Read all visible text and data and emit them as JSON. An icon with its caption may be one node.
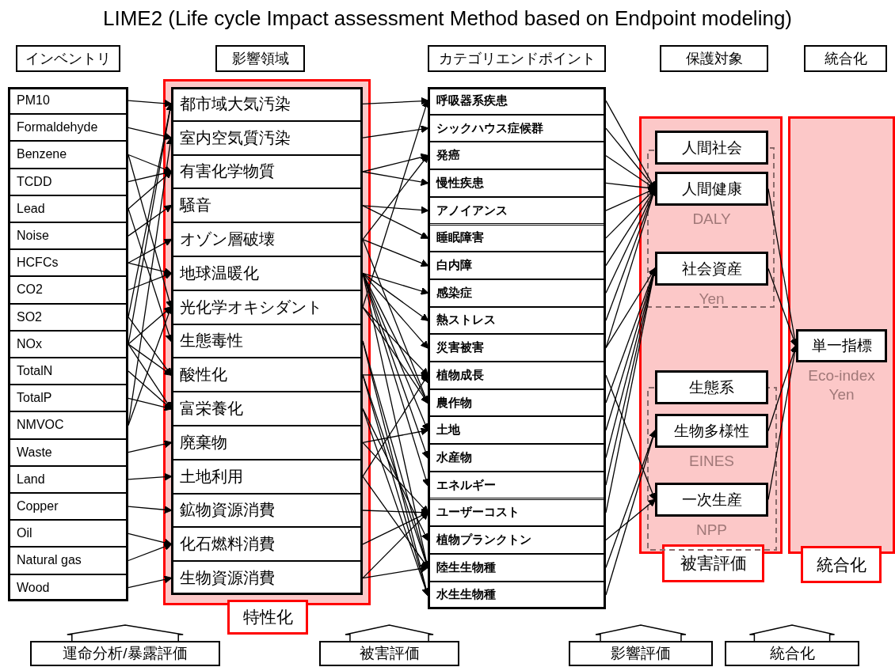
{
  "diagram": {
    "title": "LIME2 (Life cycle Impact assessment Method based on Endpoint modeling)",
    "nodes": [
      {
        "text": [
          "インベントリ"
        ]
      },
      {
        "text": [
          "影響領域"
        ]
      },
      {
        "text": [
          "カテゴリエンドポイント"
        ]
      },
      {
        "text": [
          "保護対象"
        ]
      },
      {
        "text": [
          "統合化"
        ]
      },
      {
        "text": [
          "PM10"
        ]
      },
      {
        "text": [
          "Formaldehyde"
        ]
      },
      {
        "text": [
          "Benzene"
        ]
      },
      {
        "text": [
          "TCDD"
        ]
      },
      {
        "text": [
          "Lead"
        ]
      },
      {
        "text": [
          "Noise"
        ]
      },
      {
        "text": [
          "HCFCs"
        ]
      },
      {
        "text": [
          "CO2"
        ]
      },
      {
        "text": [
          "SO2"
        ]
      },
      {
        "text": [
          "NOx"
        ]
      },
      {
        "text": [
          "TotalN"
        ]
      },
      {
        "text": [
          "TotalP"
        ]
      },
      {
        "text": [
          "NMVOC"
        ]
      },
      {
        "text": [
          "Waste"
        ]
      },
      {
        "text": [
          "Land"
        ]
      },
      {
        "text": [
          "Copper"
        ]
      },
      {
        "text": [
          "Oil"
        ]
      },
      {
        "text": [
          "Natural gas"
        ]
      },
      {
        "text": [
          "Wood"
        ]
      },
      {
        "text": [
          "特性化"
        ]
      },
      {
        "text": [
          "都市域大気汚染"
        ],
        "in": 24
      },
      {
        "text": [
          "室内空気質汚染"
        ],
        "in": 24
      },
      {
        "text": [
          "有害化学物質"
        ],
        "in": 24
      },
      {
        "text": [
          "騒音"
        ],
        "in": 24
      },
      {
        "text": [
          "オゾン層破壊"
        ],
        "in": 24
      },
      {
        "text": [
          "地球温暖化"
        ],
        "in": 24
      },
      {
        "text": [
          "光化学オキシダント"
        ],
        "in": 24
      },
      {
        "text": [
          "生態毒性"
        ],
        "in": 24
      },
      {
        "text": [
          "酸性化"
        ],
        "in": 24
      },
      {
        "text": [
          "富栄養化"
        ],
        "in": 24
      },
      {
        "text": [
          "廃棄物"
        ],
        "in": 24
      },
      {
        "text": [
          "土地利用"
        ],
        "in": 24
      },
      {
        "text": [
          "鉱物資源消費"
        ],
        "in": 24
      },
      {
        "text": [
          "化石燃料消費"
        ],
        "in": 24
      },
      {
        "text": [
          "生物資源消費"
        ],
        "in": 24
      },
      {
        "text": [
          "呼吸器系疾患"
        ]
      },
      {
        "text": [
          "シックハウス症候群"
        ]
      },
      {
        "text": [
          "発癌"
        ]
      },
      {
        "text": [
          "慢性疾患"
        ]
      },
      {
        "text": [
          "アノイアンス"
        ]
      },
      {
        "text": [
          "睡眠障害"
        ]
      },
      {
        "text": [
          "白内障"
        ]
      },
      {
        "text": [
          "感染症"
        ]
      },
      {
        "text": [
          "熱ストレス"
        ]
      },
      {
        "text": [
          "災害被害"
        ]
      },
      {
        "text": [
          "植物成長"
        ]
      },
      {
        "text": [
          "農作物"
        ]
      },
      {
        "text": [
          "土地"
        ]
      },
      {
        "text": [
          "水産物"
        ]
      },
      {
        "text": [
          "エネルギー"
        ]
      },
      {
        "text": [
          "ユーザーコスト"
        ]
      },
      {
        "text": [
          "植物プランクトン"
        ]
      },
      {
        "text": [
          "陸生生物種"
        ]
      },
      {
        "text": [
          "水生生物種"
        ]
      },
      {
        "text": [
          "被害評価"
        ]
      },
      {
        "text": [
          "人間社会"
        ],
        "in": 59
      },
      {
        "text": [
          "人間健康"
        ],
        "in": 59,
        "beside": [
          "DALY"
        ]
      },
      {
        "text": [
          "社会資産"
        ],
        "in": 59,
        "beside": [
          "Yen"
        ]
      },
      {
        "text": [
          "生態系"
        ],
        "in": 59
      },
      {
        "text": [
          "生物多様性"
        ],
        "in": 59,
        "beside": [
          "EINES"
        ]
      },
      {
        "text": [
          "一次生産"
        ],
        "in": 59,
        "beside": [
          "NPP"
        ]
      },
      {
        "text": [
          "統合化"
        ]
      },
      {
        "text": [
          "単一指標"
        ],
        "in": 66,
        "beside": [
          "Eco-index Yen"
        ]
      },
      {
        "text": [
          "運命分析/暴露評価"
        ]
      },
      {
        "text": [
          "被害評価"
        ]
      },
      {
        "text": [
          "影響評価"
        ]
      },
      {
        "text": [
          "統合化"
        ]
      }
    ],
    "edges": [
      {
        "from": 5,
        "to": 25,
        "arrow": "to"
      },
      {
        "from": 6,
        "to": 26,
        "arrow": "to"
      },
      {
        "from": 7,
        "to": 27,
        "arrow": "to"
      },
      {
        "from": 7,
        "to": 31,
        "arrow": "to"
      },
      {
        "from": 8,
        "to": 27,
        "arrow": "to"
      },
      {
        "from": 9,
        "to": 27,
        "arrow": "to"
      },
      {
        "from": 9,
        "to": 32,
        "arrow": "to"
      },
      {
        "from": 10,
        "to": 28,
        "arrow": "to"
      },
      {
        "from": 11,
        "to": 29,
        "arrow": "to"
      },
      {
        "from": 11,
        "to": 30,
        "arrow": "to"
      },
      {
        "from": 12,
        "to": 30,
        "arrow": "to"
      },
      {
        "from": 13,
        "to": 25,
        "arrow": "to"
      },
      {
        "from": 13,
        "to": 33,
        "arrow": "to"
      },
      {
        "from": 14,
        "to": 25,
        "arrow": "to"
      },
      {
        "from": 14,
        "to": 31,
        "arrow": "to"
      },
      {
        "from": 14,
        "to": 33,
        "arrow": "to"
      },
      {
        "from": 14,
        "to": 34,
        "arrow": "to"
      },
      {
        "from": 15,
        "to": 34,
        "arrow": "to"
      },
      {
        "from": 16,
        "to": 34,
        "arrow": "to"
      },
      {
        "from": 17,
        "to": 26,
        "arrow": "to"
      },
      {
        "from": 17,
        "to": 31,
        "arrow": "to"
      },
      {
        "from": 18,
        "to": 35,
        "arrow": "to"
      },
      {
        "from": 19,
        "to": 36,
        "arrow": "to"
      },
      {
        "from": 20,
        "to": 37,
        "arrow": "to"
      },
      {
        "from": 21,
        "to": 38,
        "arrow": "to"
      },
      {
        "from": 22,
        "to": 38,
        "arrow": "to"
      },
      {
        "from": 23,
        "to": 39,
        "arrow": "to"
      },
      {
        "from": 25,
        "to": 40,
        "arrow": "to"
      },
      {
        "from": 26,
        "to": 41,
        "arrow": "to"
      },
      {
        "from": 27,
        "to": 42,
        "arrow": "to"
      },
      {
        "from": 27,
        "to": 43,
        "arrow": "to"
      },
      {
        "from": 28,
        "to": 44,
        "arrow": "to"
      },
      {
        "from": 28,
        "to": 45,
        "arrow": "to"
      },
      {
        "from": 29,
        "to": 42,
        "arrow": "to"
      },
      {
        "from": 29,
        "to": 46,
        "arrow": "to"
      },
      {
        "from": 29,
        "to": 51,
        "arrow": "to"
      },
      {
        "from": 30,
        "to": 47,
        "arrow": "to"
      },
      {
        "from": 30,
        "to": 48,
        "arrow": "to"
      },
      {
        "from": 30,
        "to": 49,
        "arrow": "to"
      },
      {
        "from": 30,
        "to": 51,
        "arrow": "to"
      },
      {
        "from": 30,
        "to": 52,
        "arrow": "to"
      },
      {
        "from": 30,
        "to": 53,
        "arrow": "to"
      },
      {
        "from": 30,
        "to": 54,
        "arrow": "to"
      },
      {
        "from": 30,
        "to": 57,
        "arrow": "to"
      },
      {
        "from": 31,
        "to": 40,
        "arrow": "to"
      },
      {
        "from": 31,
        "to": 50,
        "arrow": "to"
      },
      {
        "from": 31,
        "to": 51,
        "arrow": "to"
      },
      {
        "from": 32,
        "to": 57,
        "arrow": "to"
      },
      {
        "from": 32,
        "to": 58,
        "arrow": "to"
      },
      {
        "from": 33,
        "to": 50,
        "arrow": "to"
      },
      {
        "from": 33,
        "to": 57,
        "arrow": "to"
      },
      {
        "from": 33,
        "to": 58,
        "arrow": "to"
      },
      {
        "from": 34,
        "to": 56,
        "arrow": "to"
      },
      {
        "from": 34,
        "to": 58,
        "arrow": "to"
      },
      {
        "from": 35,
        "to": 52,
        "arrow": "to"
      },
      {
        "from": 35,
        "to": 55,
        "arrow": "to"
      },
      {
        "from": 36,
        "to": 50,
        "arrow": "to"
      },
      {
        "from": 36,
        "to": 57,
        "arrow": "to"
      },
      {
        "from": 37,
        "to": 55,
        "arrow": "to"
      },
      {
        "from": 38,
        "to": 55,
        "arrow": "to"
      },
      {
        "from": 39,
        "to": 55,
        "arrow": "to"
      },
      {
        "from": 39,
        "to": 57,
        "arrow": "to"
      },
      {
        "from": 40,
        "to": 61,
        "arrow": "to"
      },
      {
        "from": 41,
        "to": 61,
        "arrow": "to"
      },
      {
        "from": 42,
        "to": 61,
        "arrow": "to"
      },
      {
        "from": 43,
        "to": 61,
        "arrow": "to"
      },
      {
        "from": 44,
        "to": 61,
        "arrow": "to"
      },
      {
        "from": 45,
        "to": 61,
        "arrow": "to"
      },
      {
        "from": 46,
        "to": 61,
        "arrow": "to"
      },
      {
        "from": 47,
        "to": 61,
        "arrow": "to"
      },
      {
        "from": 48,
        "to": 61,
        "arrow": "to"
      },
      {
        "from": 49,
        "to": 61,
        "arrow": "to"
      },
      {
        "from": 49,
        "to": 62,
        "arrow": "to"
      },
      {
        "from": 51,
        "to": 62,
        "arrow": "to"
      },
      {
        "from": 52,
        "to": 62,
        "arrow": "to"
      },
      {
        "from": 53,
        "to": 62,
        "arrow": "to"
      },
      {
        "from": 54,
        "to": 62,
        "arrow": "to"
      },
      {
        "from": 55,
        "to": 62,
        "arrow": "to"
      },
      {
        "from": 50,
        "to": 65,
        "arrow": "to"
      },
      {
        "from": 56,
        "to": 65,
        "arrow": "to"
      },
      {
        "from": 57,
        "to": 64,
        "arrow": "to"
      },
      {
        "from": 58,
        "to": 64,
        "arrow": "to"
      },
      {
        "from": 61,
        "to": 67,
        "arrow": "to"
      },
      {
        "from": 62,
        "to": 67,
        "arrow": "to"
      },
      {
        "from": 64,
        "to": 67,
        "arrow": "to"
      },
      {
        "from": 65,
        "to": 67,
        "arrow": "to"
      }
    ]
  }
}
